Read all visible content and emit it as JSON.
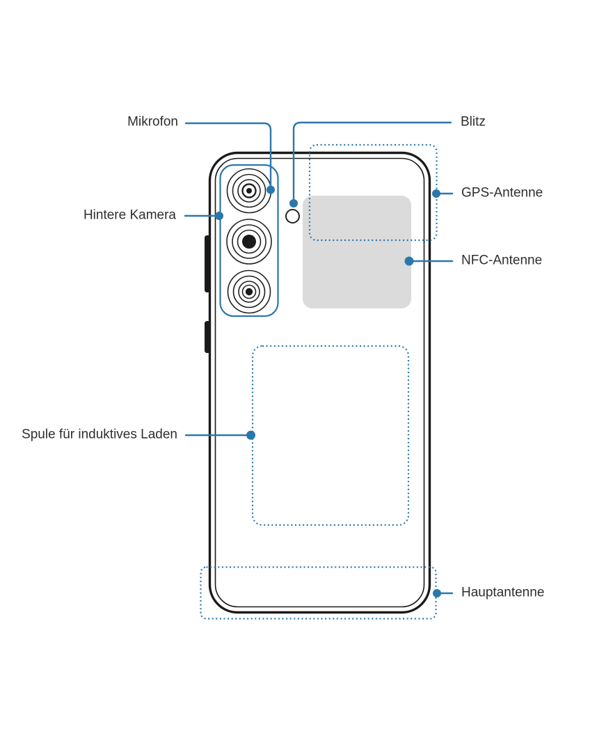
{
  "labels": {
    "mikrofon": "Mikrofon",
    "blitz": "Blitz",
    "hintere_kamera": "Hintere Kamera",
    "gps_antenne": "GPS-Antenne",
    "nfc_antenne": "NFC-Antenne",
    "spule": "Spule für induktives Laden",
    "hauptantenne": "Hauptantenne"
  },
  "colors": {
    "callout_blue": "#2b77ac",
    "outline_black": "#1a1a1a",
    "nfc_gray": "#dbdbdb",
    "text": "#2e2e2e",
    "background": "#ffffff"
  }
}
